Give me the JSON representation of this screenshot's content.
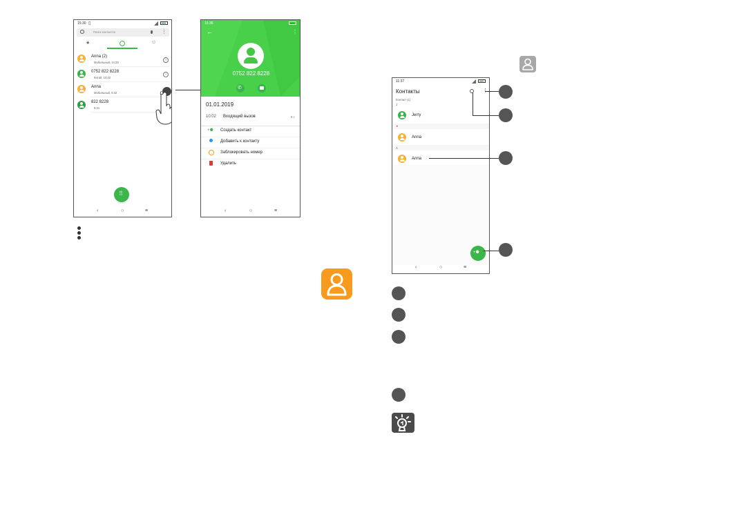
{
  "left_phone": {
    "time": "15:30",
    "search_placeholder": "Поиск контактов",
    "calls": [
      {
        "name": "Anna (2)",
        "detail": "Мобильный, 14:29",
        "color": "#f7b133"
      },
      {
        "name": "0752 822 8228",
        "detail": "Китай, 10:02",
        "color": "#39b44a"
      },
      {
        "name": "Anna",
        "detail": "Мобильный, 8:32",
        "color": "#f7b133"
      },
      {
        "name": "822 8228",
        "detail": "8:31",
        "color": "#39b44a"
      }
    ],
    "nav": [
      "‹",
      "○",
      "≡"
    ]
  },
  "right_phone": {
    "time": "15:36",
    "number": "0752 822 8228",
    "date": "01.01.2019",
    "call_time": "10:02",
    "call_type": "Входящий вызов",
    "call_duration": "6 с",
    "actions": [
      "Создать контакт",
      "Добавить к контакту",
      "Заблокировать номер",
      "Удалить"
    ],
    "nav": [
      "‹",
      "○",
      "≡"
    ]
  },
  "contacts_phone": {
    "time": "11:37",
    "title": "Контакты",
    "count_label": "Контакт (1)",
    "entries": [
      {
        "section": "J",
        "name": "Jerry",
        "color": "#39b44a"
      },
      {
        "section": "★",
        "name": "Anna",
        "color": "#f7b133"
      },
      {
        "section": "A",
        "name": "Anna",
        "color": "#f7b133"
      }
    ],
    "nav": [
      "‹",
      "○",
      "≡"
    ]
  },
  "colors": {
    "green_header": "#48d04a",
    "fab_green": "#3cb54a",
    "contacts_icon_orange": "#f79a1e",
    "callout_gray": "#555555"
  }
}
